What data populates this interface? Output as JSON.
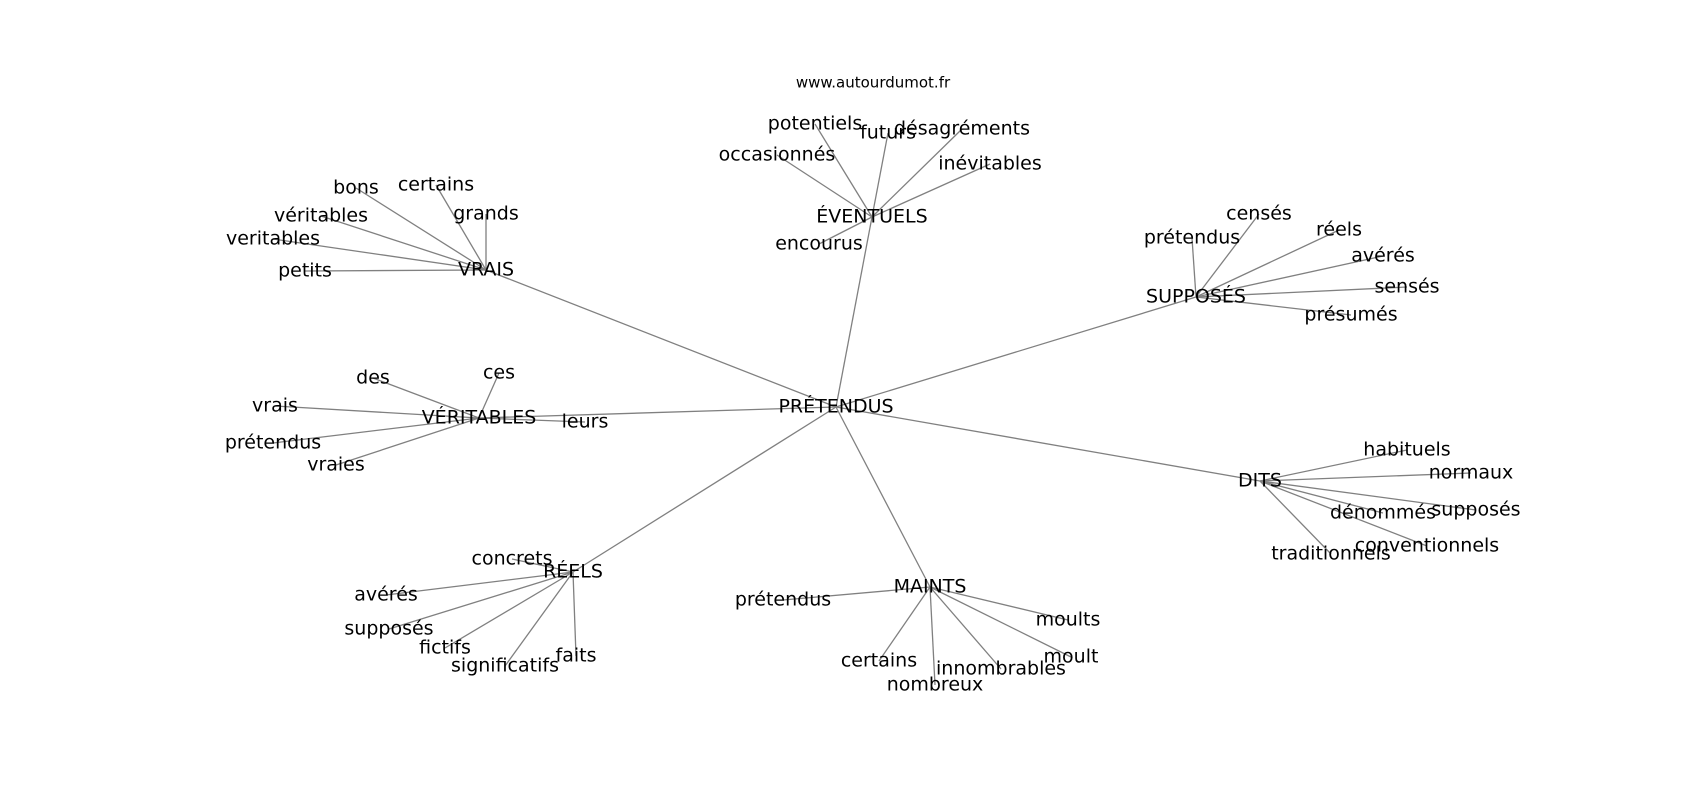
{
  "source": "www.autourdumot.fr",
  "center": "PRÉTENDUS",
  "groups": [
    {
      "id": "vrais",
      "hub": "VRAIS",
      "words": [
        "bons",
        "certains",
        "grands",
        "véritables",
        "veritables",
        "petits"
      ]
    },
    {
      "id": "eventuels",
      "hub": "ÉVENTUELS",
      "words": [
        "potentiels",
        "futurs",
        "désagréments",
        "occasionnés",
        "inévitables",
        "encourus"
      ]
    },
    {
      "id": "supposes",
      "hub": "SUPPOSÉS",
      "words": [
        "censés",
        "prétendus",
        "réels",
        "avérés",
        "sensés",
        "présumés"
      ]
    },
    {
      "id": "veritables",
      "hub": "VÉRITABLES",
      "words": [
        "des",
        "ces",
        "vrais",
        "leurs",
        "prétendus",
        "vraies"
      ]
    },
    {
      "id": "dits",
      "hub": "DITS",
      "words": [
        "habituels",
        "normaux",
        "dénommés",
        "supposés",
        "conventionnels",
        "traditionnels"
      ]
    },
    {
      "id": "reels",
      "hub": "RÉELS",
      "words": [
        "concrets",
        "avérés",
        "supposés",
        "fictifs",
        "significatifs",
        "faits"
      ]
    },
    {
      "id": "maints",
      "hub": "MAINTS",
      "words": [
        "prétendus",
        "moults",
        "certains",
        "moult",
        "innombrables",
        "nombreux"
      ]
    }
  ]
}
